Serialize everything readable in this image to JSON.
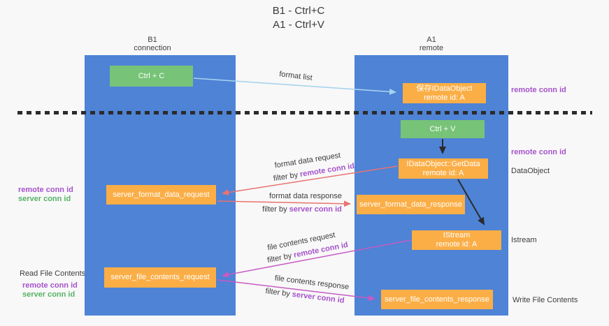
{
  "title": {
    "line1": "B1 - Ctrl+C",
    "line2": "A1 - Ctrl+V"
  },
  "lifelines": {
    "left": {
      "name": "B1",
      "role": "connection"
    },
    "right": {
      "name": "A1",
      "role": "remote"
    }
  },
  "boxes": {
    "ctrl_c": {
      "label": "Ctrl + C"
    },
    "save_idataobject": {
      "line1": "保存IDataObject",
      "line2": "remote id: A"
    },
    "ctrl_v": {
      "label": "Ctrl + V"
    },
    "idataobject_getdata": {
      "line1": "IDataObject::GetData",
      "line2": "remote id: A"
    },
    "server_format_data_request": {
      "label": "server_format_data_request"
    },
    "server_format_data_response": {
      "label": "server_format_data_response"
    },
    "istream": {
      "line1": "IStream",
      "line2": "remote id: A"
    },
    "server_file_contents_request": {
      "label": "server_file_contents_request"
    },
    "server_file_contents_response": {
      "label": "server_file_contents_response"
    }
  },
  "messages": {
    "format_list": "format list",
    "format_data_request": "format data request",
    "format_data_response": "format data response",
    "file_contents_request": "file contents request",
    "file_contents_response": "file contents response",
    "filter_by": "filter by ",
    "remote_conn_id": "remote conn id",
    "server_conn_id": "server conn id"
  },
  "annotations": {
    "right_top_remote_conn_id": "remote conn id",
    "right_mid_remote_conn_id": "remote conn id",
    "dataobject": "DataObject",
    "istream": "Istream",
    "write_file_contents": "Write File Contents",
    "left_remote_conn_id_top": "remote conn id",
    "left_server_conn_id_top": "server conn id",
    "read_file_contents": "Read File Contents",
    "left_remote_conn_id_bottom": "remote conn id",
    "left_server_conn_id_bottom": "server conn id"
  },
  "colors": {
    "column_blue": "#4e83d6",
    "box_green": "#77c378",
    "box_orange": "#fbae46",
    "arrow_light_blue": "#a8d3ef",
    "arrow_red": "#e9736f",
    "arrow_magenta": "#c65bc4",
    "arrow_black": "#2b2b2b",
    "text_purple": "#a653cb",
    "text_green": "#55b365"
  }
}
